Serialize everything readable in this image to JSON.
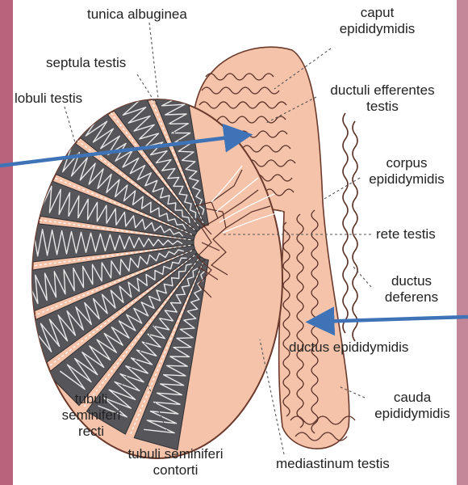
{
  "labels": {
    "tunica_albuginea": "tunica albuginea",
    "caput_epididymidis": [
      "caput",
      "epididymidis"
    ],
    "septula_testis": "septula testis",
    "lobuli_testis": "lobuli testis",
    "ductuli_efferentes_testis": [
      "ductuli efferentes",
      "testis"
    ],
    "corpus_epididymidis": [
      "corpus",
      "epididymidis"
    ],
    "rete_testis": "rete testis",
    "ductus_deferens": [
      "ductus",
      "deferens"
    ],
    "ductus_epididymidis": "ductus epididymidis",
    "tubuli_seminiferi_recti": [
      "tubuli",
      "seminiferi",
      "recti"
    ],
    "cauda_epididymidis": [
      "cauda",
      "epididymidis"
    ],
    "tubuli_seminiferi_contorti": [
      "tubuli seminiferi",
      "contorti"
    ],
    "mediastinum_testis": "mediastinum testis"
  },
  "colors": {
    "tissue_pink": "#f4c3aa",
    "tissue_outline": "#6b3a2c",
    "lobule_fill": "#56565a",
    "tubule_line": "#e9e9ea",
    "pointer_arrow": "#3f73b7",
    "background_stain": "#b7647c"
  }
}
